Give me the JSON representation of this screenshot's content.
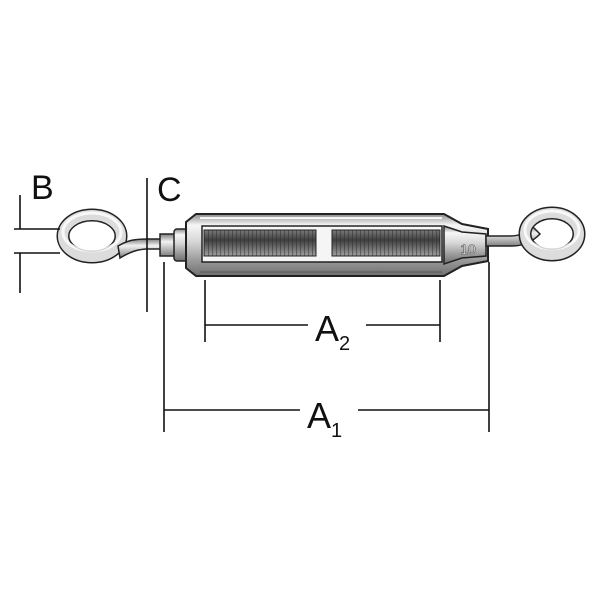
{
  "labels": {
    "b": "B",
    "c": "C",
    "a1": "A",
    "a1_sub": "1",
    "a2": "A",
    "a2_sub": "2",
    "body_marking": "10"
  },
  "colors": {
    "line": "#111111",
    "metal_light": "#f4f4f4",
    "metal_mid": "#c9c9c9",
    "metal_dark": "#7a7a7a",
    "thread_dark": "#555555"
  }
}
